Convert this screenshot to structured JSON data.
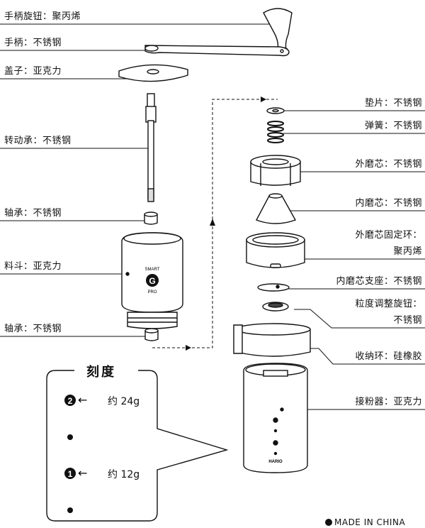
{
  "labels_left": [
    "手柄旋钮：聚丙烯",
    "手柄：不锈钢",
    "盖子：亚克力",
    "转动承：不锈钢",
    "轴承：不锈钢",
    "料斗：亚克力",
    "轴承：不锈钢"
  ],
  "labels_right": [
    "垫片：不锈钢",
    "弹簧：不锈钢",
    "外磨芯：不锈钢",
    "内磨芯：不锈钢",
    "外磨芯固定环：",
    "聚丙烯",
    "内磨芯支座：不锈钢",
    "粒度调整旋钮：",
    "不锈钢",
    "收纳环：硅橡胶",
    "接粉器：亚克力"
  ],
  "hopper_logo": {
    "top": "SMART",
    "letter": "G",
    "bottom": "PRO"
  },
  "brand_mark": "HARIO",
  "legend": {
    "title": "刻度",
    "items": [
      {
        "num": "2",
        "text": "约 24g"
      },
      {
        "num": "1",
        "text": "约 12g"
      }
    ]
  },
  "footer": "MADE IN CHINA"
}
